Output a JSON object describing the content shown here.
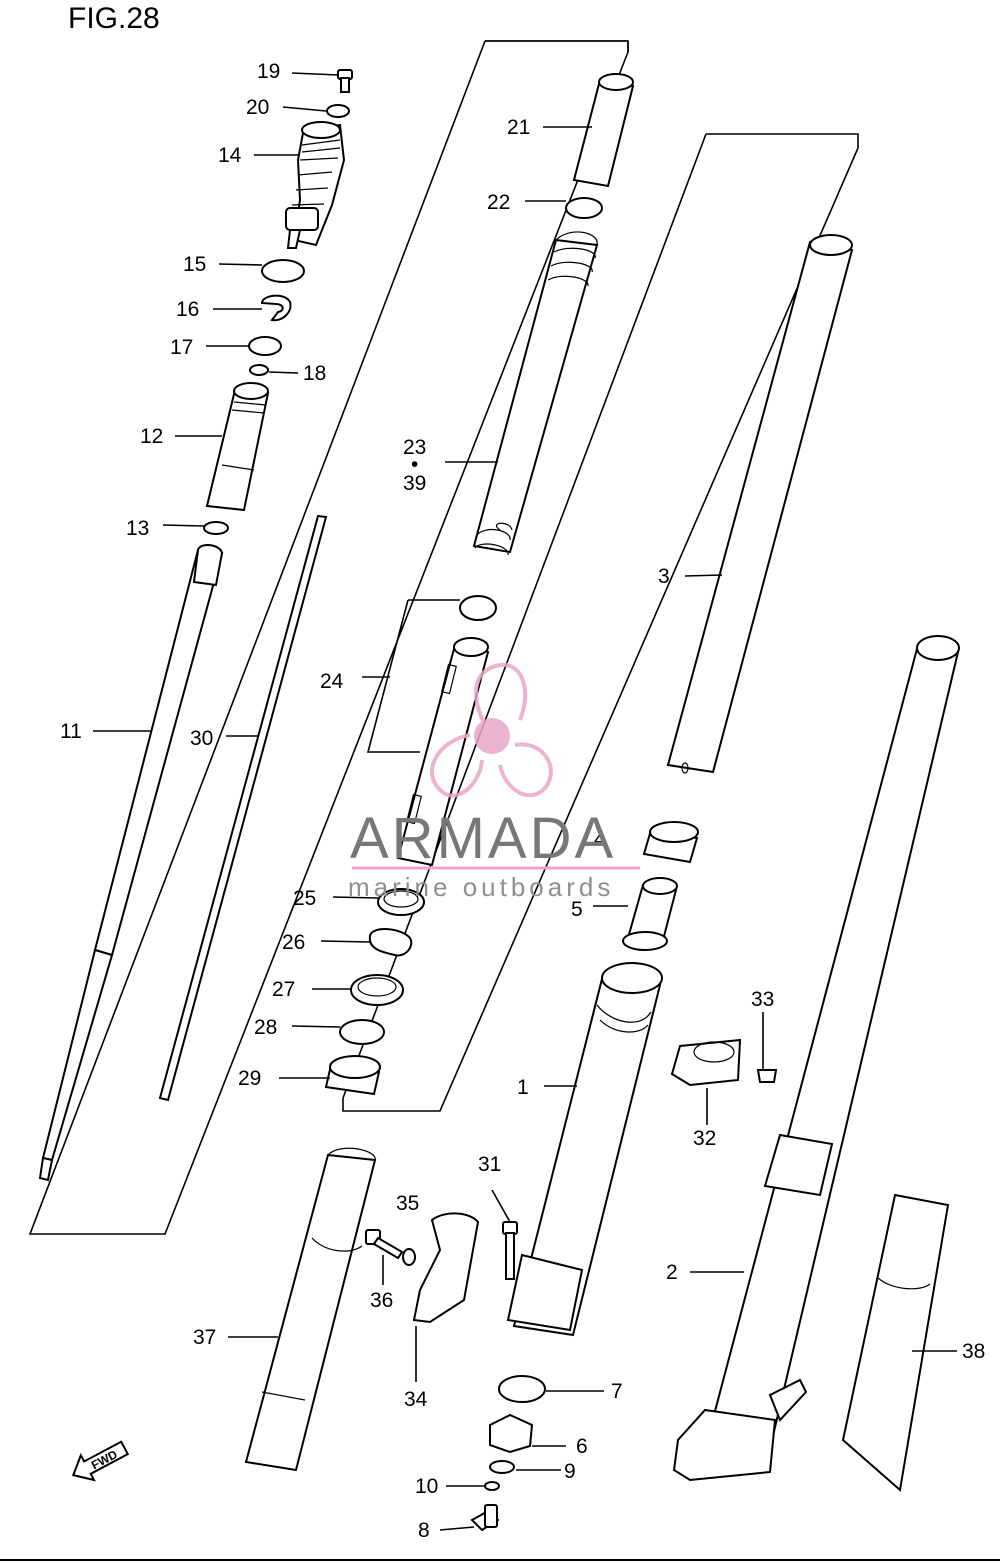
{
  "figure": {
    "title": "FIG.28"
  },
  "watermark": {
    "brand": "ARMADA",
    "tagline": "marine outboards",
    "accent_color": "#e9a5c8",
    "text_color": "#777777",
    "icon": "propeller-logo"
  },
  "direction_badge": {
    "label": "FWD",
    "icon": "fwd-arrow-icon"
  },
  "callouts": [
    {
      "num": "19"
    },
    {
      "num": "20"
    },
    {
      "num": "14"
    },
    {
      "num": "15"
    },
    {
      "num": "16"
    },
    {
      "num": "17"
    },
    {
      "num": "18"
    },
    {
      "num": "12"
    },
    {
      "num": "13"
    },
    {
      "num": "11"
    },
    {
      "num": "30"
    },
    {
      "num": "21"
    },
    {
      "num": "22"
    },
    {
      "num": "23"
    },
    {
      "num": "•"
    },
    {
      "num": "39"
    },
    {
      "num": "24"
    },
    {
      "num": "25"
    },
    {
      "num": "26"
    },
    {
      "num": "27"
    },
    {
      "num": "28"
    },
    {
      "num": "29"
    },
    {
      "num": "3"
    },
    {
      "num": "4"
    },
    {
      "num": "5"
    },
    {
      "num": "33"
    },
    {
      "num": "32"
    },
    {
      "num": "1"
    },
    {
      "num": "31"
    },
    {
      "num": "35"
    },
    {
      "num": "36"
    },
    {
      "num": "34"
    },
    {
      "num": "37"
    },
    {
      "num": "2"
    },
    {
      "num": "38"
    },
    {
      "num": "7"
    },
    {
      "num": "6"
    },
    {
      "num": "9"
    },
    {
      "num": "10"
    },
    {
      "num": "8"
    }
  ]
}
